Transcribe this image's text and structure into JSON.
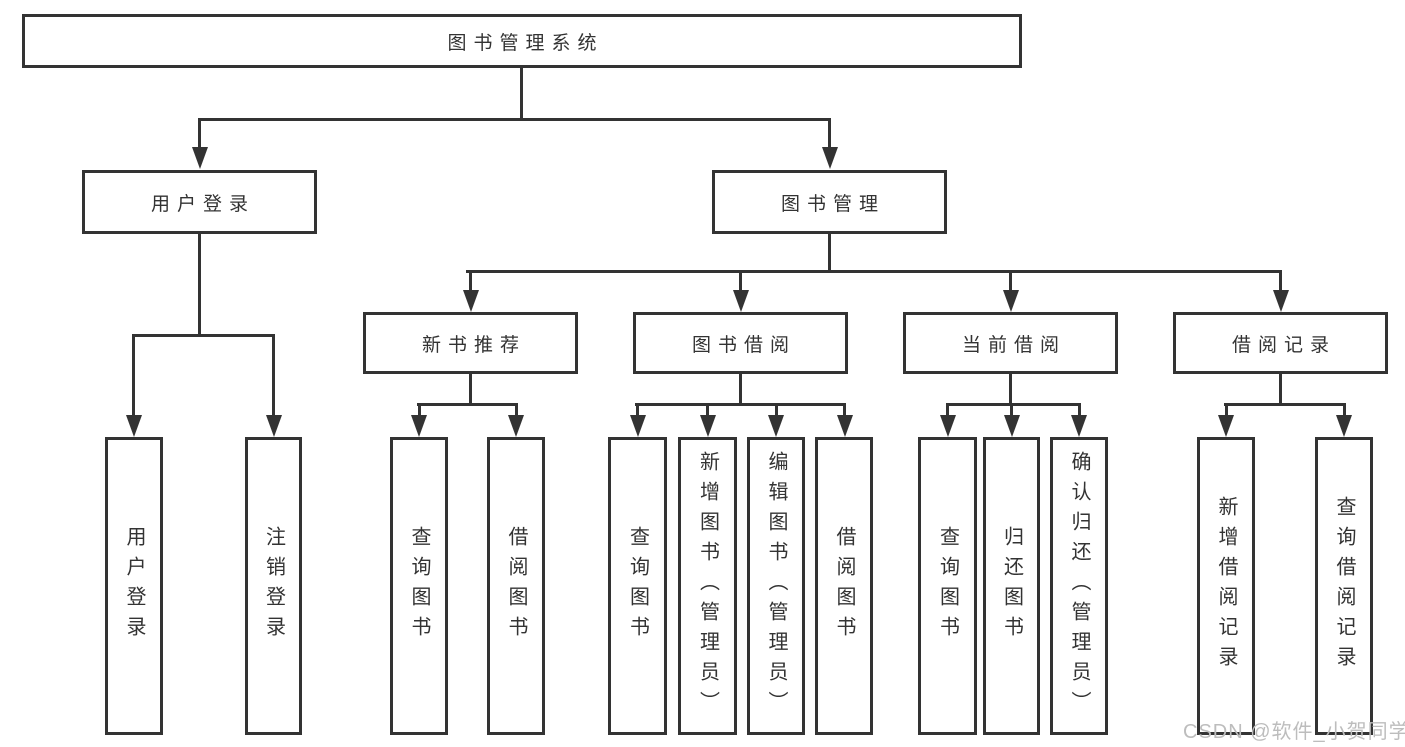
{
  "title": {
    "label": "图书管理系统"
  },
  "nodes": {
    "user_login": "用户登录",
    "book_mgmt": "图书管理",
    "new_books": "新书推荐",
    "book_borrow": "图书借阅",
    "current_borrow": "当前借阅",
    "borrow_records": "借阅记录"
  },
  "leaves": {
    "user_login": [
      "用户登录",
      "注销登录"
    ],
    "new_books": [
      "查询图书",
      "借阅图书"
    ],
    "book_borrow": [
      "查询图书",
      "新增图书（管理员）",
      "编辑图书（管理员）",
      "借阅图书"
    ],
    "current_borrow": [
      "查询图书",
      "归还图书",
      "确认归还（管理员）"
    ],
    "borrow_records": [
      "新增借阅记录",
      "查询借阅记录"
    ]
  },
  "watermark": "CSDN @软件_小贺同学",
  "colors": {
    "line": "#333333",
    "text": "#333333",
    "watermark": "#bdbdbd",
    "background": "#ffffff"
  }
}
